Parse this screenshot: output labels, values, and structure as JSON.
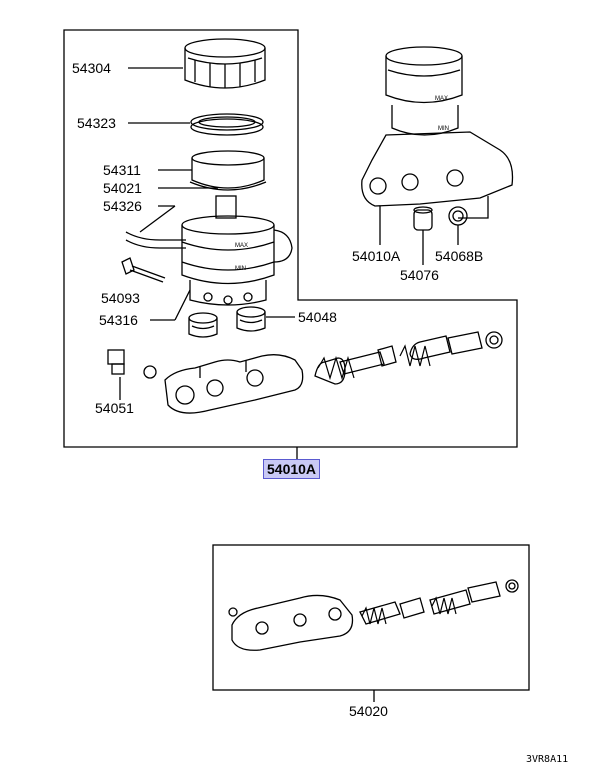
{
  "diagram": {
    "part_labels": {
      "p54304": "54304",
      "p54323": "54323",
      "p54311": "54311",
      "p54021": "54021",
      "p54326": "54326",
      "p54093": "54093",
      "p54316": "54316",
      "p54048": "54048",
      "p54051": "54051",
      "p54010A_assy": "54010A",
      "p54010A_alt": "54010A",
      "p54068B": "54068B",
      "p54076": "54076",
      "p54020": "54020"
    },
    "reservoir_marks": {
      "max": "MAX",
      "min": "MIN"
    },
    "diagram_code": "3VR8A11",
    "highlighted_part": "54010A"
  }
}
